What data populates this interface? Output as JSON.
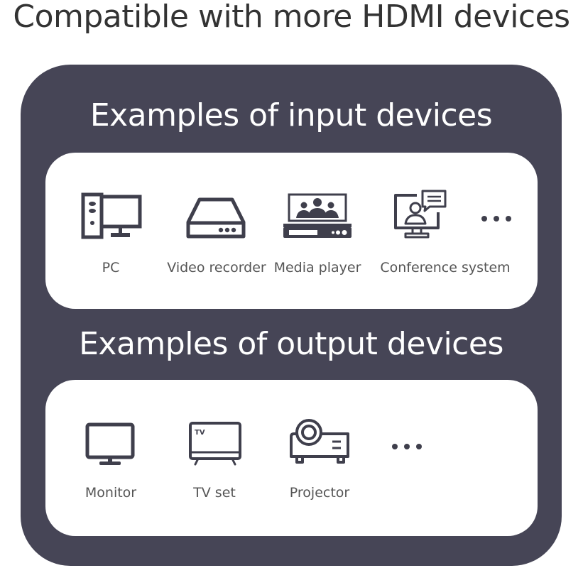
{
  "headline": "Compatible with more HDMI devices",
  "colors": {
    "panel": "#464556",
    "card": "#ffffff",
    "icon": "#3f3f4c",
    "label": "#555555",
    "headline": "#333333"
  },
  "input_section": {
    "title": "Examples of input devices",
    "devices": [
      {
        "label": "PC",
        "icon": "desktop-pc-icon"
      },
      {
        "label": "Video recorder",
        "icon": "video-recorder-icon"
      },
      {
        "label": "Media player",
        "icon": "media-player-icon"
      },
      {
        "label": "Conference system",
        "icon": "conference-system-icon"
      }
    ],
    "more": "more-ellipsis-icon"
  },
  "output_section": {
    "title": "Examples of output devices",
    "devices": [
      {
        "label": "Monitor",
        "icon": "monitor-icon"
      },
      {
        "label": "TV set",
        "icon": "tv-icon",
        "icon_text": "TV"
      },
      {
        "label": "Projector",
        "icon": "projector-icon"
      }
    ],
    "more": "more-ellipsis-icon"
  }
}
